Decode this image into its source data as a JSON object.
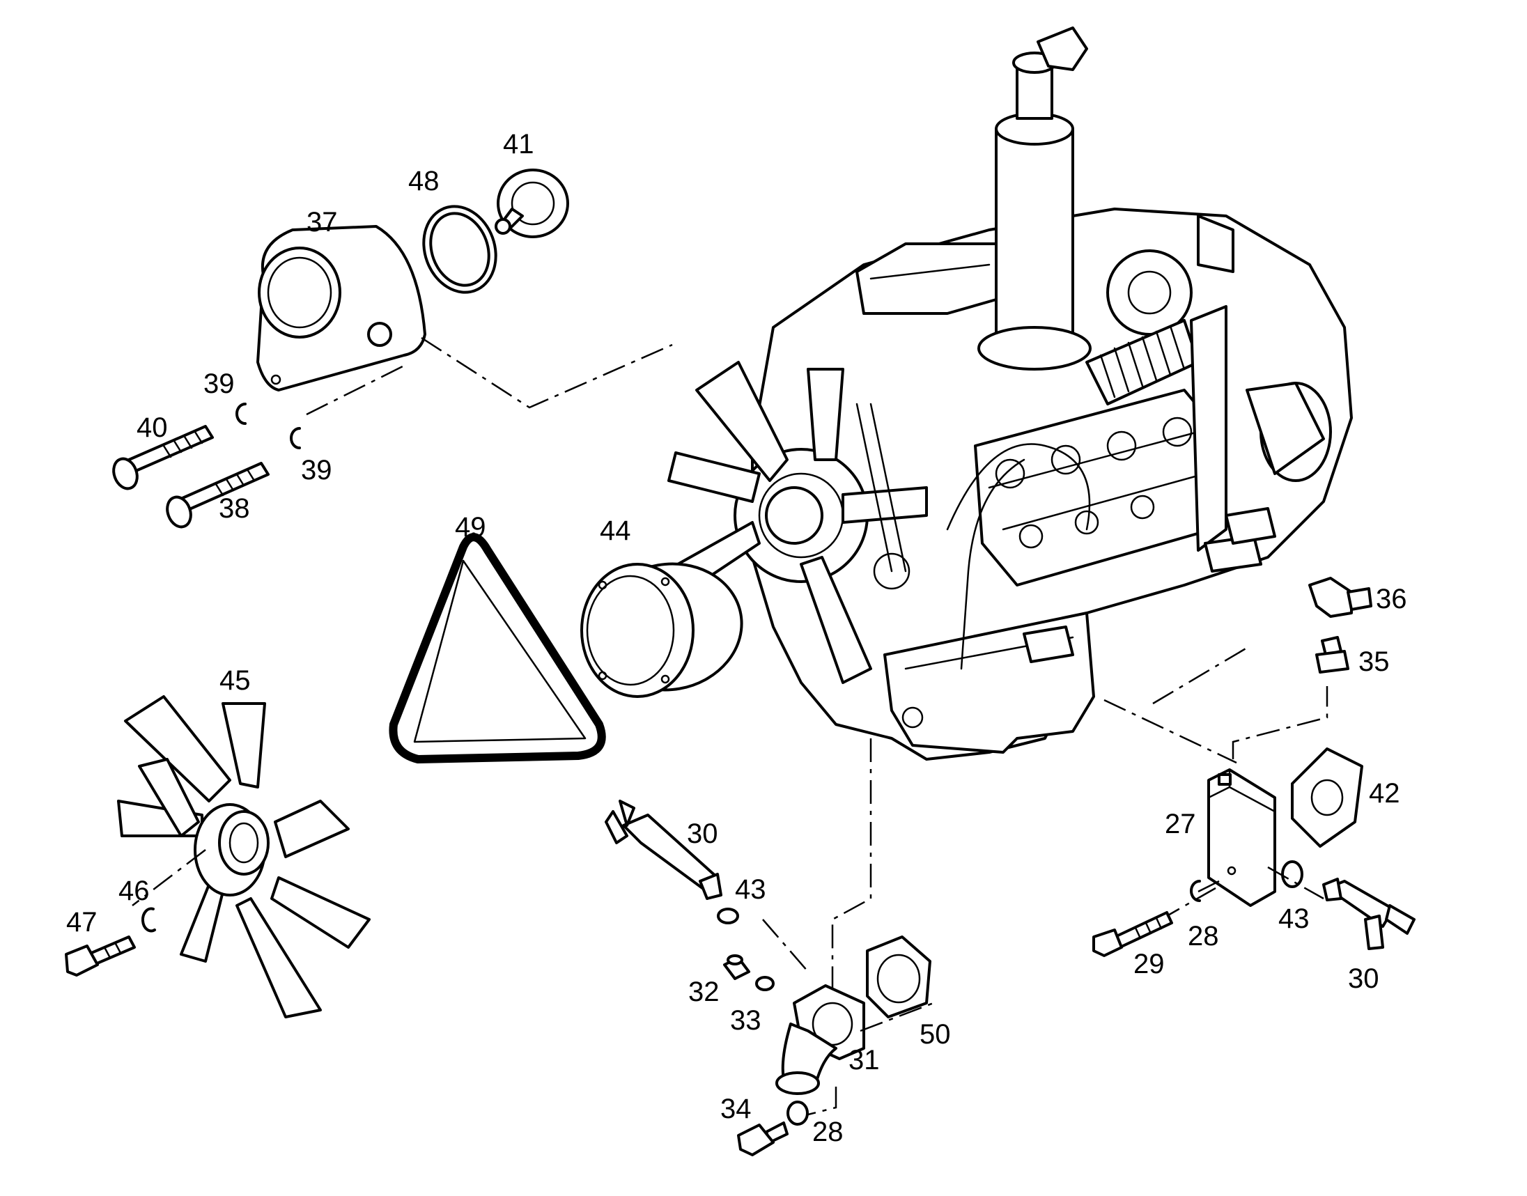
{
  "diagram": {
    "callouts": {
      "p27": "27",
      "p28a": "28",
      "p28b": "28",
      "p29": "29",
      "p30a": "30",
      "p30b": "30",
      "p31": "31",
      "p32": "32",
      "p33": "33",
      "p34": "34",
      "p35": "35",
      "p36": "36",
      "p37": "37",
      "p38": "38",
      "p39a": "39",
      "p39b": "39",
      "p40": "40",
      "p41": "41",
      "p42": "42",
      "p43a": "43",
      "p43b": "43",
      "p44": "44",
      "p45": "45",
      "p46": "46",
      "p47": "47",
      "p48": "48",
      "p49": "49",
      "p50": "50"
    }
  }
}
